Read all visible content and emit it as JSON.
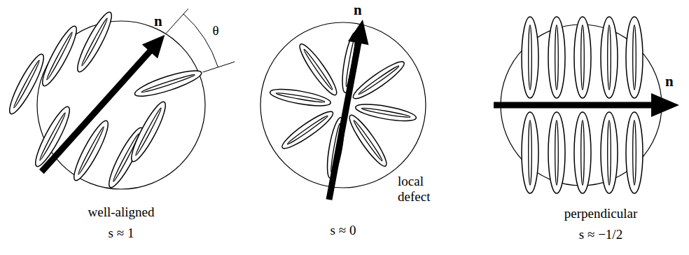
{
  "diagram": {
    "labels": [
      "n",
      "θ",
      "well-aligned",
      "s ≈ 1",
      "n",
      "local defect",
      "s ≈ 0",
      "n",
      "perpendicular",
      "s ≈ −1/2"
    ]
  }
}
